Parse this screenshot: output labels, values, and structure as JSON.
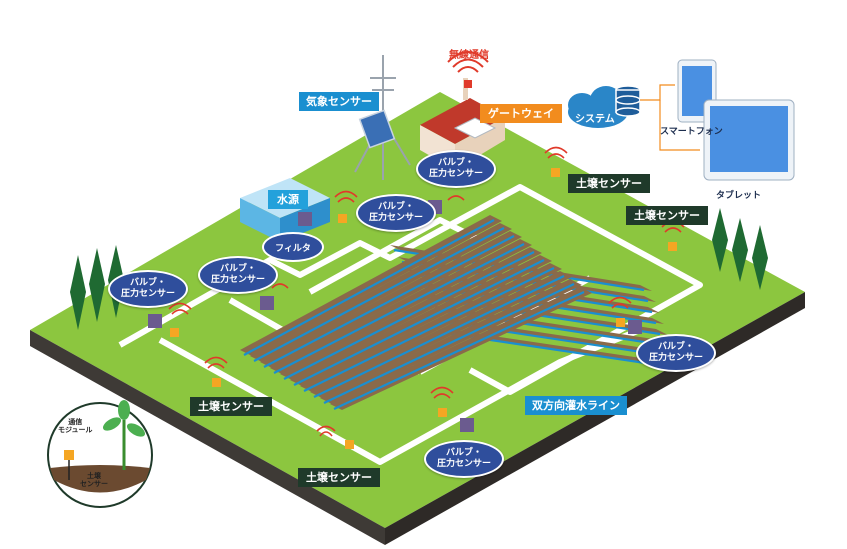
{
  "labels": {
    "wireless": "無線通信",
    "weather_sensor": "気象センサー",
    "gateway": "ゲートウェイ",
    "system": "システム",
    "smartphone": "スマートフォン",
    "tablet": "タブレット",
    "water_source": "水源",
    "filter": "フィルタ",
    "soil_sensor": "土壌センサー",
    "bidirectional_line": "双方向灌水ライン",
    "valve_line1": "バルブ・",
    "valve_line2": "圧力センサー",
    "comm_module_line1": "通信",
    "comm_module_line2": "モジュール",
    "inset_soil_line1": "土壌",
    "inset_soil_line2": "センサー"
  },
  "colors": {
    "grass": "#8cc63f",
    "grass_dark": "#6fa82f",
    "soil": "#8a6a4a",
    "soil_side": "#3e3a36",
    "pipe": "#ffffff",
    "irrigation": "#1a8fd0",
    "valve_oval": "#2f4e9c",
    "gateway_tag": "#f28c1e",
    "dark_tag": "#1f3a2a"
  }
}
